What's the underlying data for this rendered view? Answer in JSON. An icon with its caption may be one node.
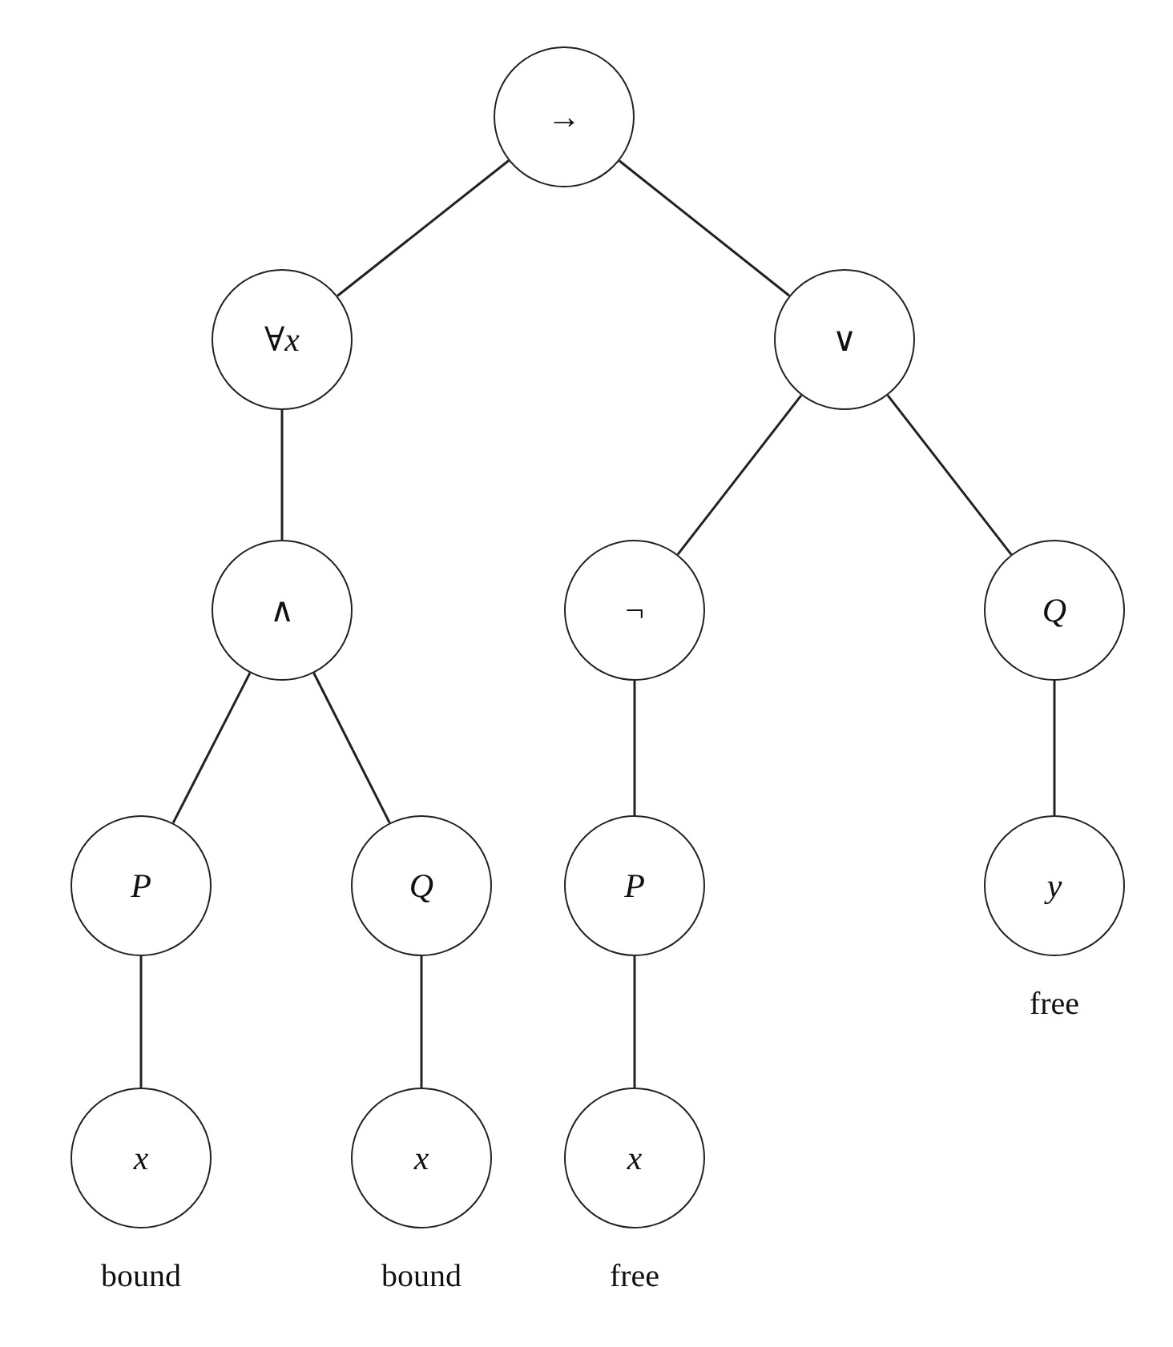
{
  "diagram": {
    "nodes": [
      {
        "text": [
          "→"
        ]
      },
      {
        "text": [
          "∀x"
        ]
      },
      {
        "text": [
          "∨"
        ]
      },
      {
        "text": [
          "∧"
        ]
      },
      {
        "text": [
          "¬"
        ]
      },
      {
        "text": [
          "Q"
        ]
      },
      {
        "text": [
          "P"
        ]
      },
      {
        "text": [
          "Q"
        ]
      },
      {
        "text": [
          "P"
        ]
      },
      {
        "text": [
          "y"
        ],
        "beside": [
          "free"
        ]
      },
      {
        "text": [
          "x"
        ],
        "beside": [
          "bound"
        ]
      },
      {
        "text": [
          "x"
        ],
        "beside": [
          "bound"
        ]
      },
      {
        "text": [
          "x"
        ],
        "beside": [
          "free"
        ]
      }
    ],
    "edges": [
      {
        "from": 0,
        "to": 1,
        "arrow": "none"
      },
      {
        "from": 0,
        "to": 2,
        "arrow": "none"
      },
      {
        "from": 1,
        "to": 3,
        "arrow": "none"
      },
      {
        "from": 2,
        "to": 4,
        "arrow": "none"
      },
      {
        "from": 2,
        "to": 5,
        "arrow": "none"
      },
      {
        "from": 3,
        "to": 6,
        "arrow": "none"
      },
      {
        "from": 3,
        "to": 7,
        "arrow": "none"
      },
      {
        "from": 4,
        "to": 8,
        "arrow": "none"
      },
      {
        "from": 5,
        "to": 9,
        "arrow": "none"
      },
      {
        "from": 6,
        "to": 10,
        "arrow": "none"
      },
      {
        "from": 7,
        "to": 11,
        "arrow": "none"
      },
      {
        "from": 8,
        "to": 12,
        "arrow": "none"
      }
    ]
  }
}
